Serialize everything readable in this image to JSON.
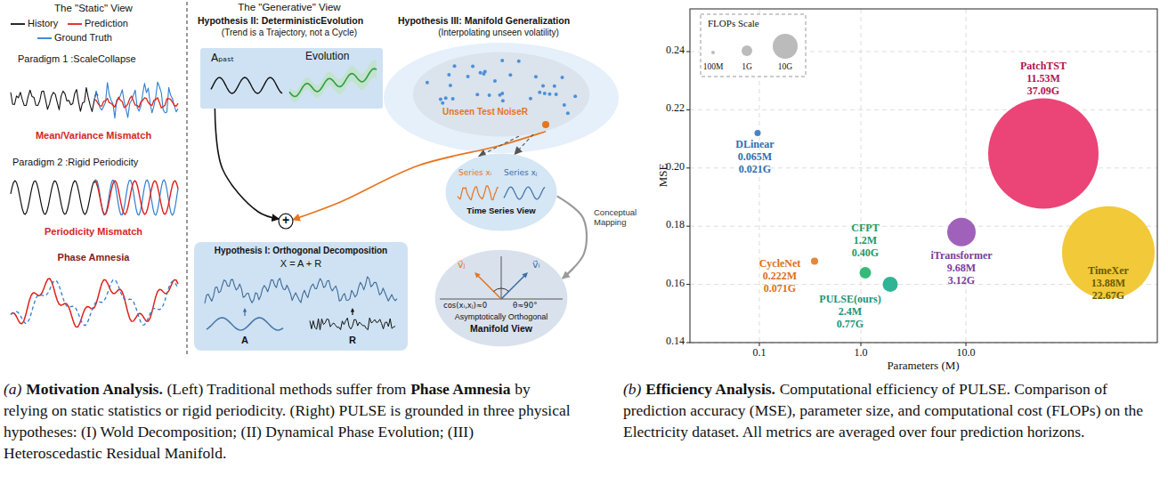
{
  "diagram": {
    "nodes": [
      {
        "text": [
          "Aₚₐₛₜ",
          "Evolution"
        ]
      },
      {
        "text": [
          "Unseen Test NoiseR"
        ]
      },
      {
        "text": [
          "Series xᵢ",
          "Series xⱼ",
          "Time Series View"
        ]
      },
      {
        "text": [
          "v⃗ⱼ",
          "v⃗ᵢ",
          "cos(xᵢ,xⱼ)≈0",
          "θ≈90°",
          "Asymptotically Orthogonal",
          "Manifold View"
        ]
      },
      {
        "text": [
          "+"
        ]
      },
      {
        "text": [
          "Hypothesis I: Orthogonal Decomposition",
          "X = A + R",
          "A",
          "R"
        ]
      },
      {
        "text": [
          "FLOPs Scale",
          "100M",
          "1G",
          "10G"
        ]
      }
    ],
    "edges": [
      {
        "from": 0,
        "to": 4,
        "arrow": "to"
      },
      {
        "from": 1,
        "to": 4,
        "arrow": "to"
      },
      {
        "from": 1,
        "to": 2,
        "arrow": "to"
      },
      {
        "from": 1,
        "to": 2,
        "arrow": "to"
      },
      {
        "from": 2,
        "to": 3,
        "label": "Conceptual Mapping",
        "arrow": "to"
      }
    ],
    "labels": [
      "The \"Static\" View",
      "The \"Generative\" View",
      "Paradigm 1 :ScaleCollapse",
      "Mean/Variance Mismatch",
      "Paradigm 2 :Rigid Periodicity",
      "Periodicity Mismatch",
      "Phase Amnesia",
      "Hypothesis II: DeterministicEvolution",
      "(Trend is a Trajectory, not a Cycle)",
      "Hypothesis III: Manifold Generalization",
      "(Interpolating unseen volatility)",
      "MSE",
      "0.14",
      "0.16",
      "0.18",
      "0.20",
      "0.22",
      "0.24",
      "0.1",
      "1.0",
      "10.0",
      "Parameters (M)",
      "DLinear",
      "0.065M",
      "0.021G",
      "CycleNet",
      "0.222M",
      "0.071G",
      "CFPT",
      "1.2M",
      "0.40G",
      "PULSE(ours)",
      "2.4M",
      "0.77G",
      "iTransformer",
      "9.68M",
      "3.12G",
      "PatchTST",
      "11.53M",
      "37.09G",
      "TimeXer",
      "13.88M",
      "22.67G",
      "(a)",
      "Motivation Analysis.",
      "(Left) Traditional methods suffer from",
      "Phase Amnesia",
      "by relying on static statistics or rigid periodicity. (Right) PULSE is grounded in three physical hypotheses: (I) Wold Decomposition; (II) Dynamical Phase Evolution; (III) Heteroscedastic Residual Manifold.",
      "(b)",
      "Efficiency Analysis.",
      "Computational efficiency of PULSE. Comparison of prediction accuracy (MSE), parameter size, and computational cost (FLOPs) on the Electricity dataset. All metrics are averaged over four prediction horizons."
    ],
    "legend": [
      {
        "text": "History"
      },
      {
        "text": "Prediction"
      },
      {
        "text": "Ground Truth"
      }
    ]
  }
}
